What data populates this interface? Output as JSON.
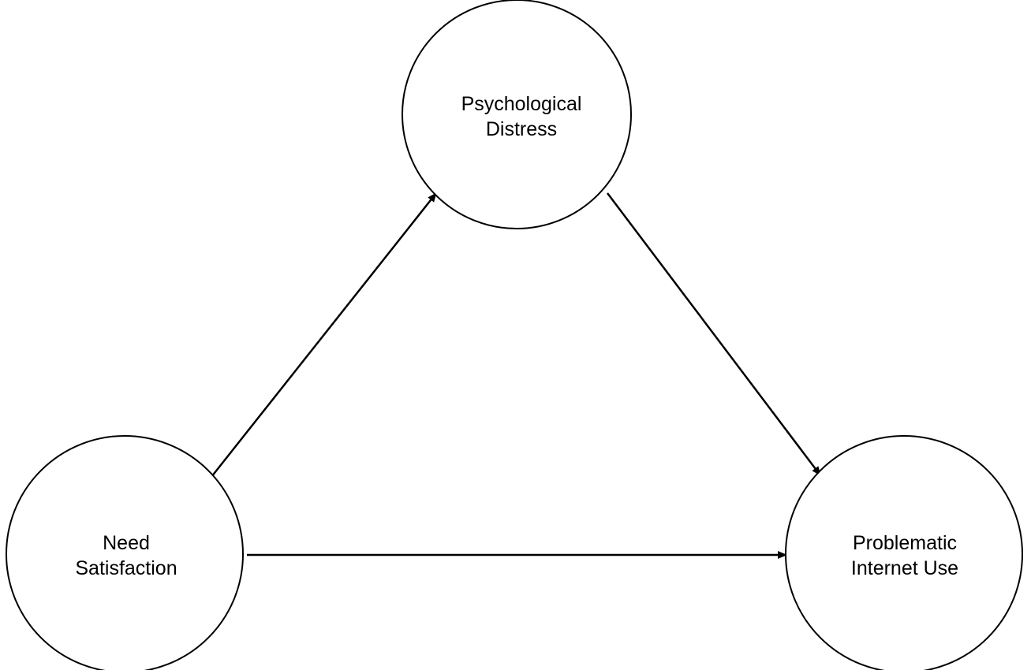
{
  "diagram": {
    "nodes": {
      "distress": {
        "line1": "Psychological",
        "line2": "Distress"
      },
      "need": {
        "line1": "Need",
        "line2": "Satisfaction"
      },
      "piu": {
        "line1": "Problematic",
        "line2": "Internet Use"
      }
    },
    "edges": [
      {
        "from": "need",
        "to": "distress"
      },
      {
        "from": "distress",
        "to": "piu"
      },
      {
        "from": "need",
        "to": "piu"
      }
    ],
    "colors": {
      "stroke": "#000000",
      "background": "#ffffff"
    }
  }
}
